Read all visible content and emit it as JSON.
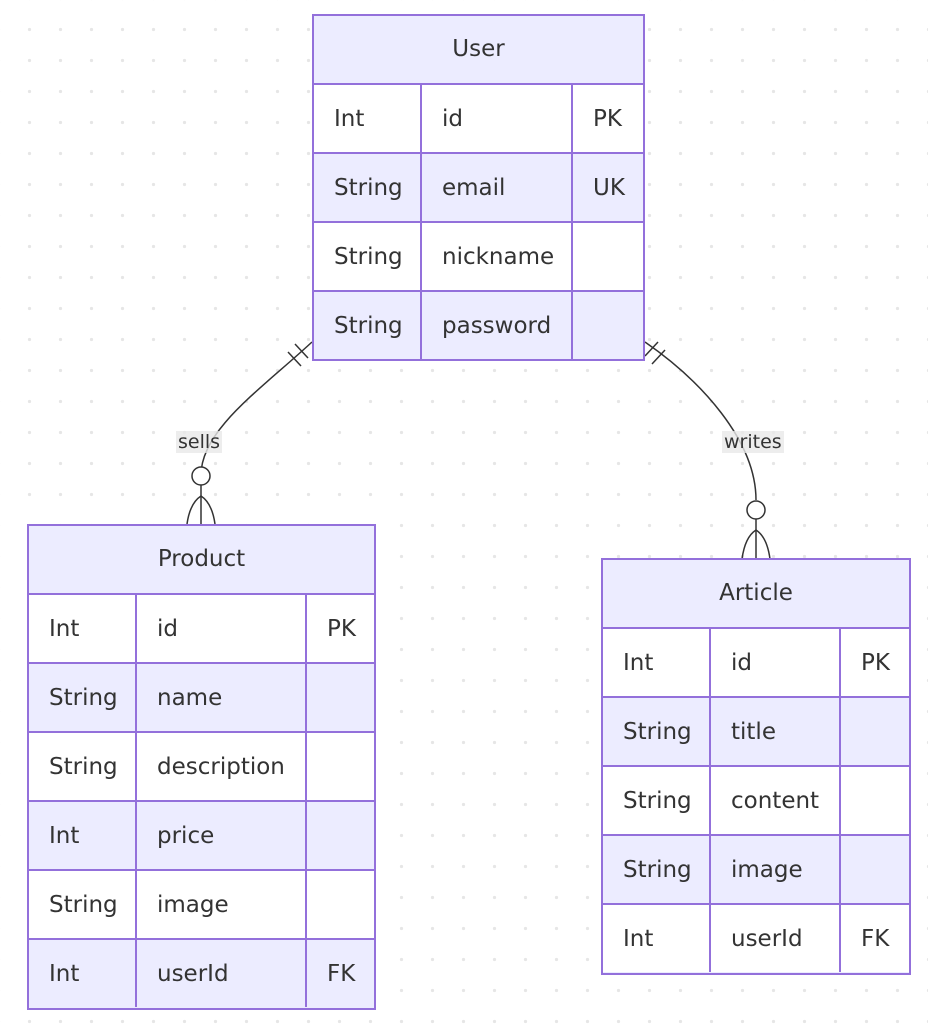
{
  "entities": {
    "user": {
      "name": "User",
      "attributes": [
        {
          "type": "Int",
          "name": "id",
          "key": "PK"
        },
        {
          "type": "String",
          "name": "email",
          "key": "UK"
        },
        {
          "type": "String",
          "name": "nickname",
          "key": ""
        },
        {
          "type": "String",
          "name": "password",
          "key": ""
        }
      ]
    },
    "product": {
      "name": "Product",
      "attributes": [
        {
          "type": "Int",
          "name": "id",
          "key": "PK"
        },
        {
          "type": "String",
          "name": "name",
          "key": ""
        },
        {
          "type": "String",
          "name": "description",
          "key": ""
        },
        {
          "type": "Int",
          "name": "price",
          "key": ""
        },
        {
          "type": "String",
          "name": "image",
          "key": ""
        },
        {
          "type": "Int",
          "name": "userId",
          "key": "FK"
        }
      ]
    },
    "article": {
      "name": "Article",
      "attributes": [
        {
          "type": "Int",
          "name": "id",
          "key": "PK"
        },
        {
          "type": "String",
          "name": "title",
          "key": ""
        },
        {
          "type": "String",
          "name": "content",
          "key": ""
        },
        {
          "type": "String",
          "name": "image",
          "key": ""
        },
        {
          "type": "Int",
          "name": "userId",
          "key": "FK"
        }
      ]
    }
  },
  "relationships": [
    {
      "from": "User",
      "to": "Product",
      "label": "sells",
      "from_cardinality": "exactly-one",
      "to_cardinality": "zero-or-more"
    },
    {
      "from": "User",
      "to": "Article",
      "label": "writes",
      "from_cardinality": "exactly-one",
      "to_cardinality": "zero-or-more"
    }
  ],
  "colors": {
    "border": "#9370db",
    "header_fill": "#ececff",
    "row_alt_fill": "#ececff",
    "row_fill": "#ffffff",
    "text": "#333333",
    "line": "#333333"
  }
}
